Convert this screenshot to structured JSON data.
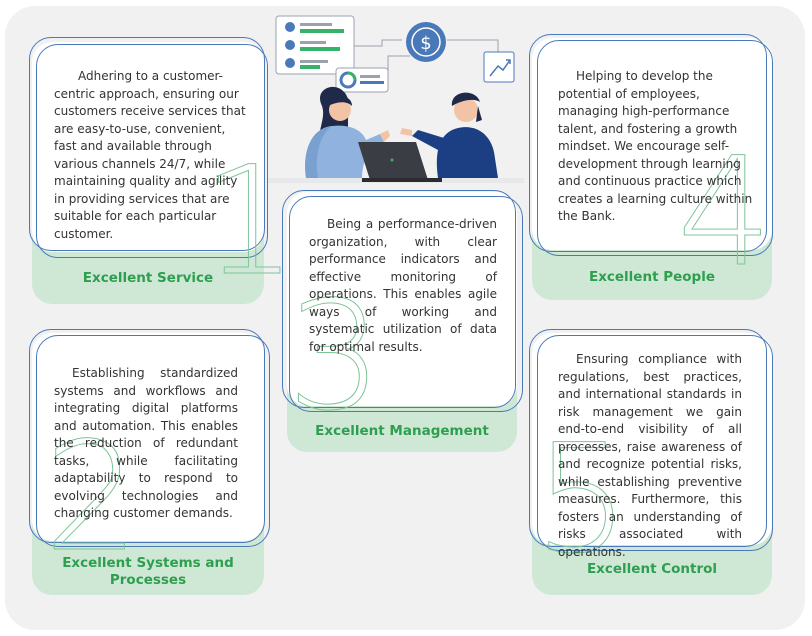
{
  "cards": [
    {
      "id": "service",
      "title": "Excellent Service",
      "digit": "1",
      "body": "Adhering to a customer-centric approach, ensuring our customers receive services that are easy-to-use, convenient, fast and available through various channels 24/7, while maintaining quality and agility in providing services that are suitable for each particular customer."
    },
    {
      "id": "management",
      "title": "Excellent Management",
      "digit": "3",
      "body": "Being a performance-driven organization, with clear performance indicators and effective monitoring of operations. This enables agile ways of working and systematic utilization of data for optimal results."
    },
    {
      "id": "people",
      "title": "Excellent People",
      "digit": "4",
      "body": "Helping to develop the potential of employees, managing high-performance talent, and fostering a growth mindset. We encourage self-development through learning and continuous practice which creates a learning culture within the Bank."
    },
    {
      "id": "systems",
      "title": "Excellent Systems and Processes",
      "digit": "2",
      "body": "Establishing standardized systems and workflows and integrating digital platforms and automation. This enables the reduction of redundant tasks, while facilitating adaptability to respond to evolving technologies and changing customer demands."
    },
    {
      "id": "control",
      "title": "Excellent Control",
      "digit": "5",
      "body": "Ensuring compliance with regulations, best practices, and international standards in risk management we gain end-to-end visibility of all processes, raise awareness of and recognize potential risks, while establishing preventive measures. Furthermore, this fosters an understanding of risks associated with operations."
    }
  ],
  "illustration": {
    "currency_symbol": "$"
  },
  "colors": {
    "accent_green": "#2e9e4f",
    "title_band": "#cfe8d5",
    "outline_blue": "#4a79b9",
    "digit_outline": "#7dc497",
    "panel": "#f1f1f2"
  }
}
